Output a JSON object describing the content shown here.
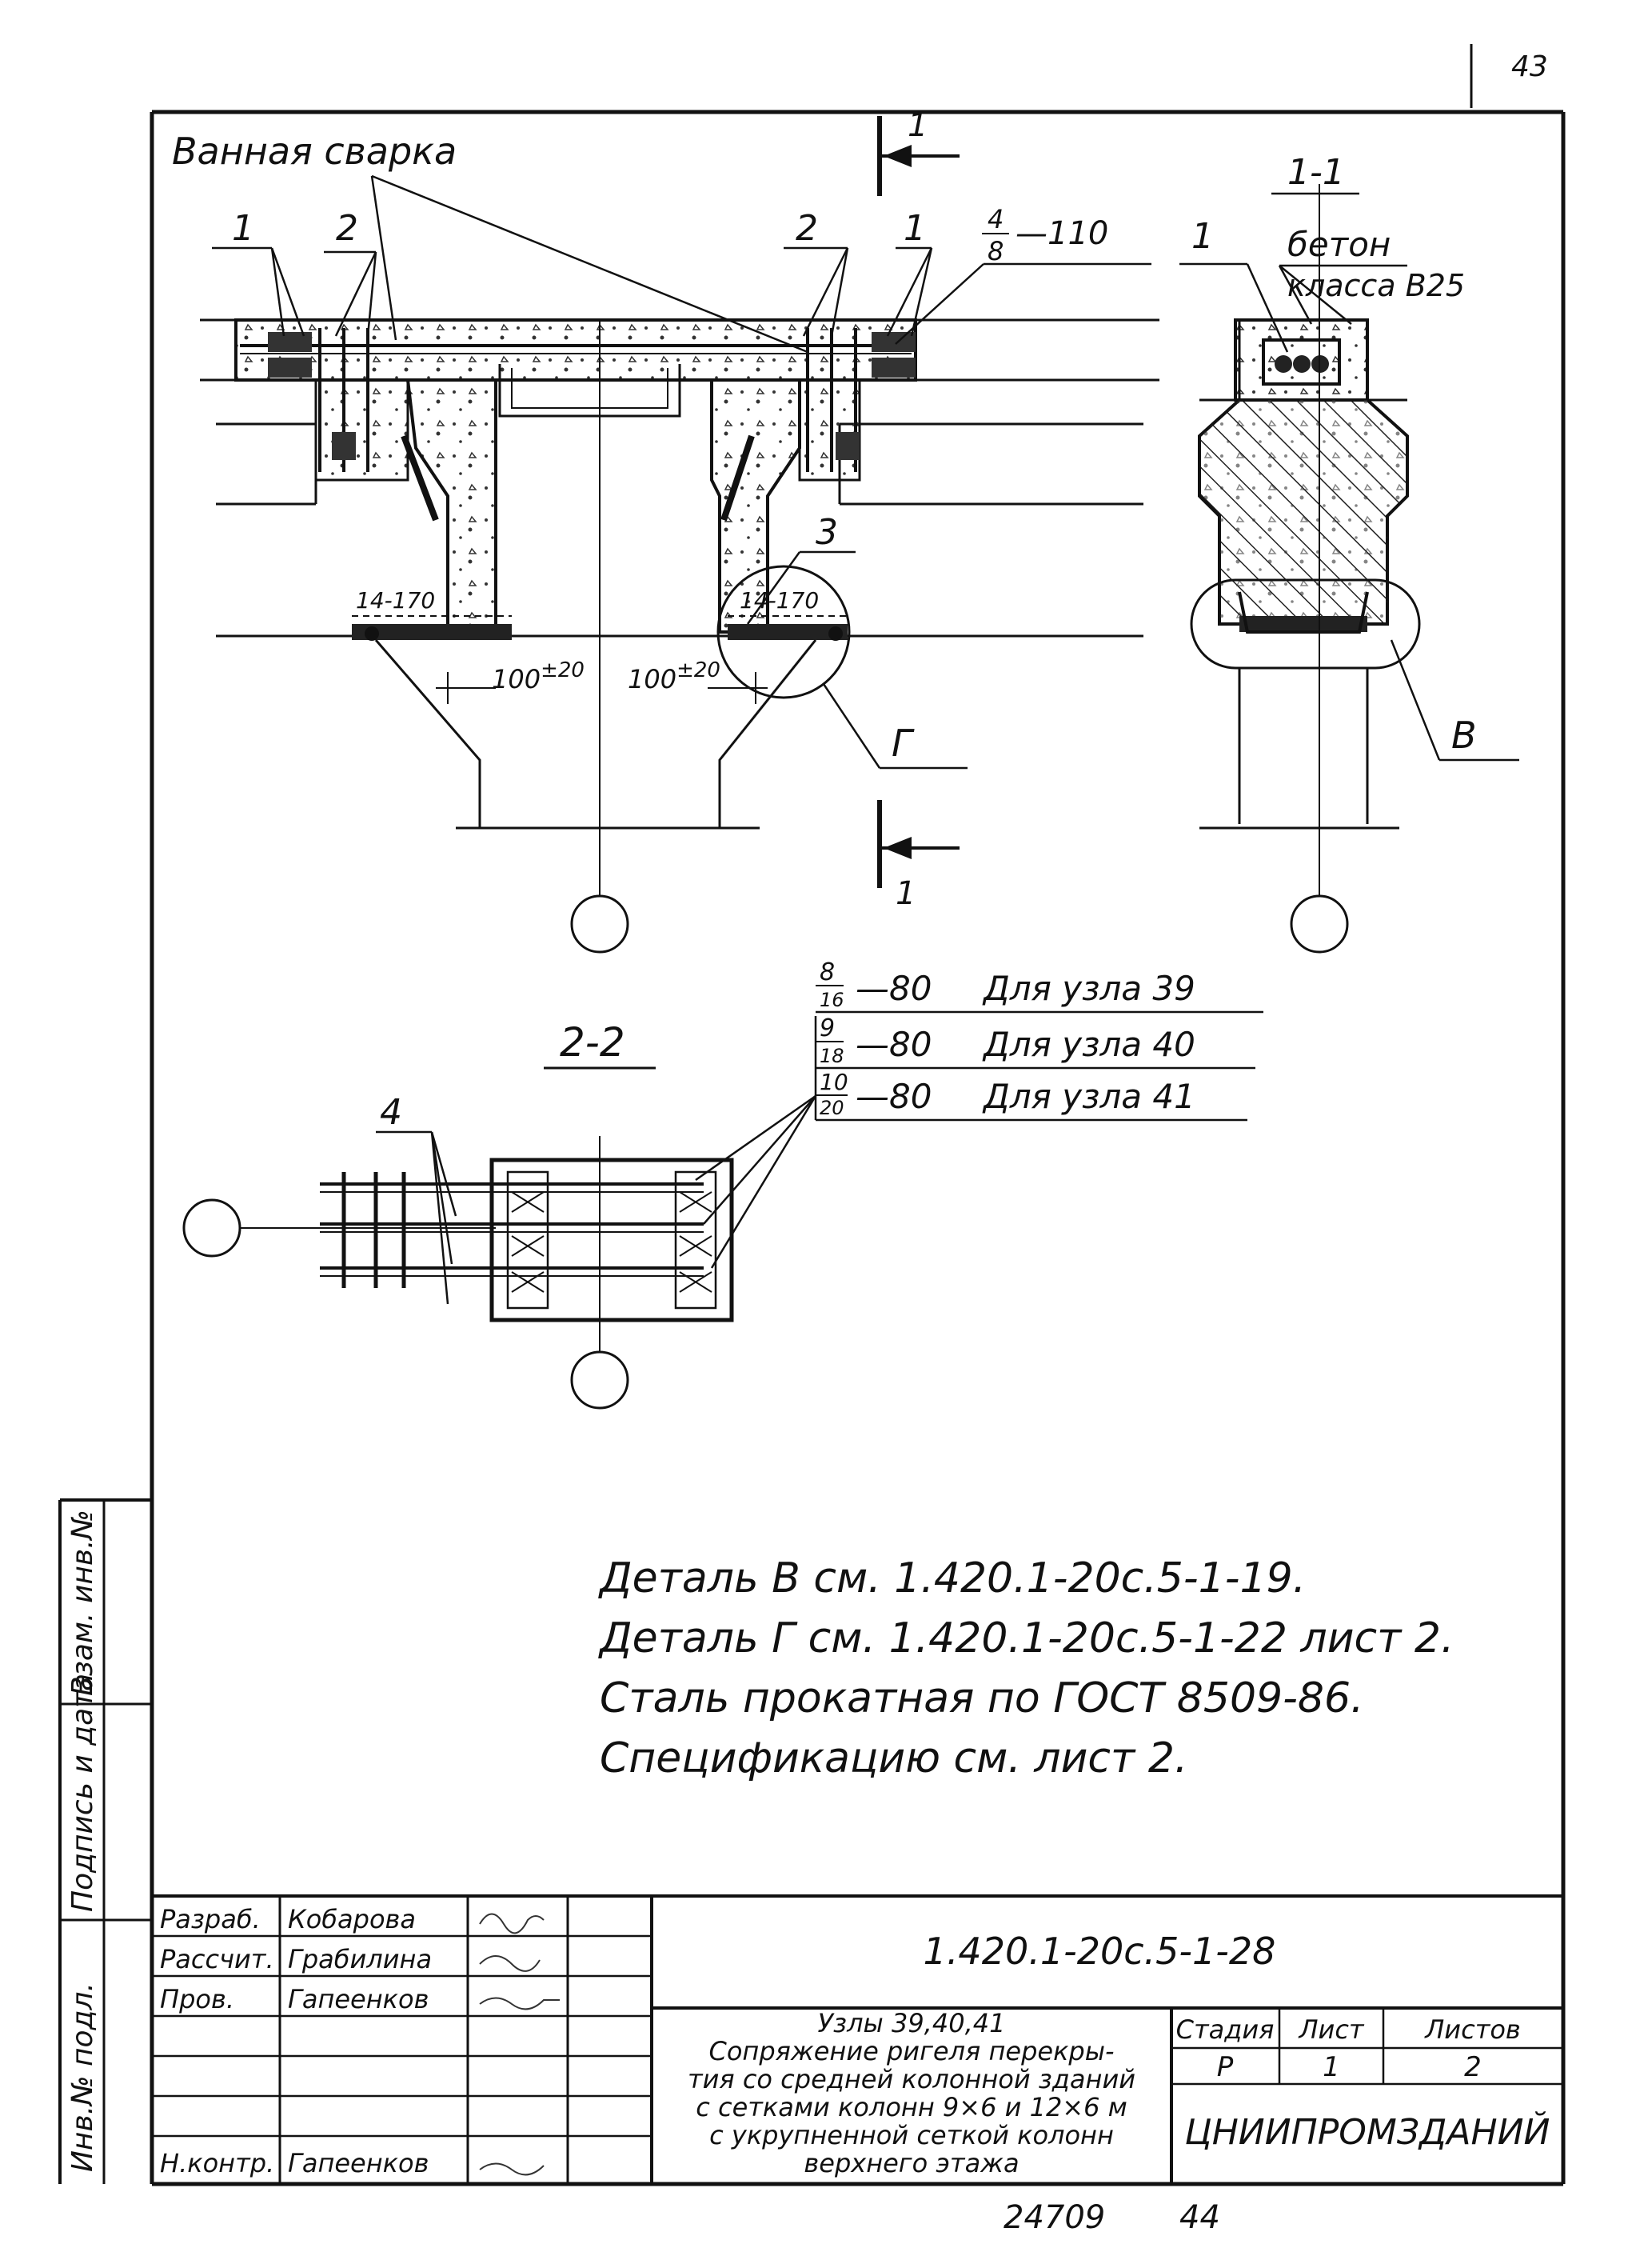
{
  "corner_page_no": "43",
  "title_top_left": "Ванная сварка",
  "section_marks": {
    "top": "1",
    "bottom": "1"
  },
  "main_view": {
    "callouts": [
      "1",
      "2",
      "2",
      "1",
      "3"
    ],
    "rebar_label": {
      "num": "4",
      "den": "8",
      "dim": "—110"
    },
    "bar_spacing_left": "14-170",
    "bar_spacing_right": "14-170",
    "dim_left": "100",
    "dim_left_tol": "±20",
    "dim_right": "100",
    "dim_right_tol": "±20",
    "detail_g_label": "Г"
  },
  "section_1_1": {
    "title": "1-1",
    "concrete": "бетон",
    "concrete_class": "класса В25",
    "callout": "1",
    "detail_v_label": "В"
  },
  "section_2_2": {
    "title": "2-2",
    "callout": "4",
    "specs": [
      {
        "num": "8",
        "den": "16",
        "dim": "—80",
        "note": "Для узла 39"
      },
      {
        "num": "9",
        "den": "18",
        "dim": "—80",
        "note": "Для узла 40"
      },
      {
        "num": "10",
        "den": "20",
        "dim": "—80",
        "note": "Для узла 41"
      }
    ]
  },
  "notes": [
    "Деталь В см. 1.420.1-20с.5-1-19.",
    "Деталь Г см. 1.420.1-20с.5-1-22 лист 2.",
    "Сталь прокатная по ГОСТ 8509-86.",
    "Спецификацию см. лист 2."
  ],
  "side_stamp": [
    "Инв.№ подл.",
    "Подпись и дата",
    "Взам. инв.№"
  ],
  "title_block": {
    "code": "1.420.1-20с.5-1-28",
    "roles": [
      {
        "role": "Разраб.",
        "name": "Кобарова"
      },
      {
        "role": "Рассчит.",
        "name": "Грабилина"
      },
      {
        "role": "Пров.",
        "name": "Гапеенков"
      },
      {
        "role": "",
        "name": ""
      },
      {
        "role": "",
        "name": ""
      },
      {
        "role": "",
        "name": ""
      },
      {
        "role": "Н.контр.",
        "name": "Гапеенков"
      }
    ],
    "description": [
      "Узлы 39,40,41",
      "Сопряжение ригеля перекры-",
      "тия со средней колонной зданий",
      "с сетками колонн 9×6 и 12×6 м",
      "с укрупненной сеткой колонн",
      "верхнего этажа"
    ],
    "stage_header": "Стадия",
    "sheet_header": "Лист",
    "sheets_header": "Листов",
    "stage": "Р",
    "sheet": "1",
    "sheets": "2",
    "org": "ЦНИИПРОМЗДАНИЙ",
    "bottom_code": "24709",
    "bottom_page": "44"
  }
}
